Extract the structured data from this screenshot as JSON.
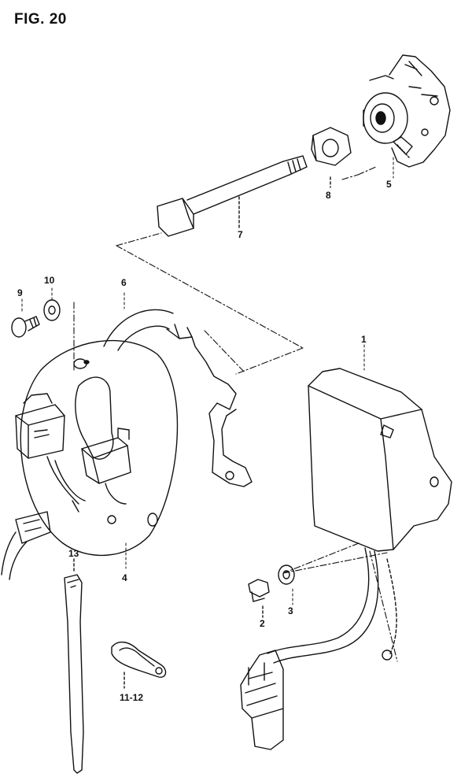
{
  "figure": {
    "title": "FIG. 20"
  },
  "callouts": [
    {
      "id": "c1",
      "label": "1"
    },
    {
      "id": "c2",
      "label": "2"
    },
    {
      "id": "c3",
      "label": "3"
    },
    {
      "id": "c4",
      "label": "4"
    },
    {
      "id": "c5",
      "label": "5"
    },
    {
      "id": "c6",
      "label": "6"
    },
    {
      "id": "c7",
      "label": "7"
    },
    {
      "id": "c8",
      "label": "8"
    },
    {
      "id": "c9",
      "label": "9"
    },
    {
      "id": "c10",
      "label": "10"
    },
    {
      "id": "c11",
      "label": "11-12"
    },
    {
      "id": "c13",
      "label": "13"
    }
  ],
  "colors": {
    "ink": "#111111",
    "paper": "#ffffff"
  }
}
